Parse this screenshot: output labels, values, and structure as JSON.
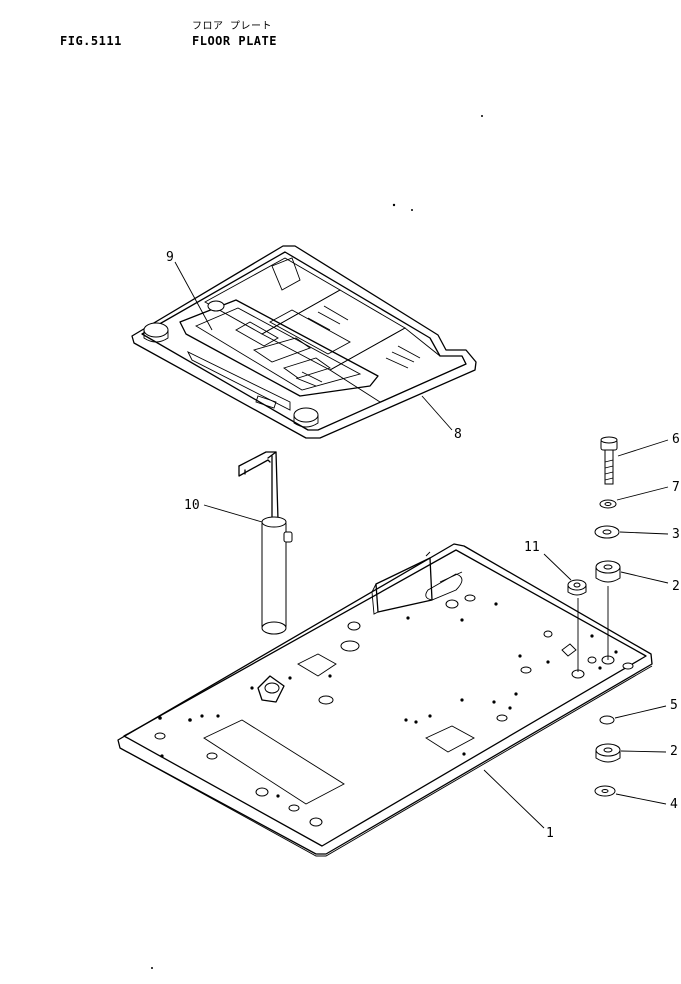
{
  "header": {
    "figure_number": "FIG.5111",
    "title_japanese": "フロア プレート",
    "title_english": "FLOOR PLATE"
  },
  "callouts": [
    {
      "number": "1"
    },
    {
      "number": "2"
    },
    {
      "number": "2"
    },
    {
      "number": "3"
    },
    {
      "number": "4"
    },
    {
      "number": "5"
    },
    {
      "number": "6"
    },
    {
      "number": "7"
    },
    {
      "number": "8"
    },
    {
      "number": "9"
    },
    {
      "number": "10"
    },
    {
      "number": "11"
    }
  ]
}
